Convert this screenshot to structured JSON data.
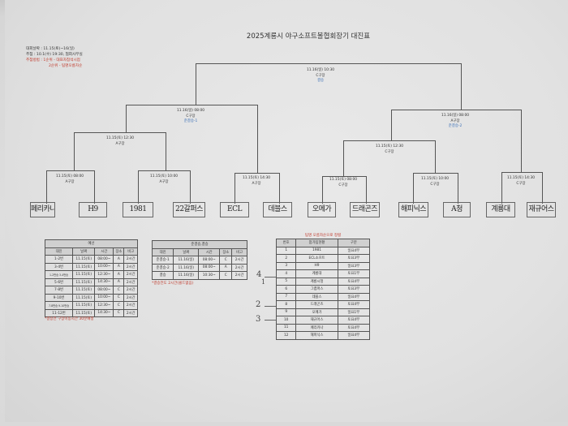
{
  "title": "2025계룡시 야구소프트볼협회장기 대진표",
  "info": {
    "dates": "대회날짜 : 11.15(토)~16(일)",
    "draw": "추첨 : 10.1(수) 19:30, 협회사무실",
    "method1": "추첨방법 : 1순위 - 대표자참석시점",
    "method2": "2순위 - 팀명오름차순"
  },
  "bracket": {
    "final": {
      "date": "11.16(일) 10:30",
      "field": "C구장",
      "name": "결승"
    },
    "semi1": {
      "date": "11.16(일) 08:00",
      "field": "C구장",
      "name": "준결승-1"
    },
    "semi2": {
      "date": "11.16(일) 08:00",
      "field": "A구장",
      "name": "준결승-2"
    },
    "qf_left": {
      "date": "11.15(토) 12:30",
      "field": "A구장"
    },
    "qf_right": {
      "date": "11.15(토) 12:30",
      "field": "C구장"
    },
    "r1": [
      {
        "date": "11.15(토) 08:00",
        "field": "A구장"
      },
      {
        "date": "11.15(토) 10:00",
        "field": "A구장"
      },
      {
        "date": "11.15(토) 14:30",
        "field": "A구장"
      },
      {
        "date": "11.15(토) 08:00",
        "field": "C구장"
      },
      {
        "date": "11.15(토) 10:00",
        "field": "C구장"
      },
      {
        "date": "11.15(토) 14:30",
        "field": "C구장"
      }
    ],
    "teams": [
      "페리카나",
      "H9",
      "1981",
      "22갈퍼스",
      "ECL",
      "데블스",
      "오메가",
      "드래곤즈",
      "해피닉스",
      "A청",
      "계룡대",
      "재규어스"
    ]
  },
  "prelim": {
    "title": "예선",
    "headers": [
      "대진",
      "날짜",
      "시간",
      "장소",
      "비고"
    ],
    "rows": [
      [
        "1-2번",
        "11.15(토)",
        "08:00~",
        "A",
        "2시간"
      ],
      [
        "3-4번",
        "11.15(토)",
        "10:00~",
        "A",
        "2시간"
      ],
      [
        "1-2번승 3-4번승",
        "11.15(토)",
        "12:30~",
        "A",
        "2시간"
      ],
      [
        "5-6번",
        "11.15(토)",
        "14:30~",
        "A",
        "2시간"
      ],
      [
        "7-8번",
        "11.15(토)",
        "08:00~",
        "C",
        "2시간"
      ],
      [
        "9-10번",
        "11.15(토)",
        "10:00~",
        "C",
        "2시간"
      ],
      [
        "7-8번승 9-10번승",
        "11.15(토)",
        "12:30~",
        "C",
        "2시간"
      ],
      [
        "11-12번",
        "11.15(토)",
        "14:30~",
        "C",
        "2시간"
      ]
    ],
    "note": "*결승전 구장이동시간 30분예정"
  },
  "semis": {
    "title": "준결승,결승",
    "headers": [
      "대진",
      "날짜",
      "시간",
      "장소",
      "비고"
    ],
    "rows": [
      [
        "준결승-1",
        "11.16(일)",
        "08:00~",
        "C",
        "2시간"
      ],
      [
        "준결승-2",
        "11.16(일)",
        "08:00~",
        "A",
        "2시간"
      ],
      [
        "결승",
        "11.16(일)",
        "10:30~",
        "C",
        "2시간"
      ]
    ],
    "note": "*결승전도 2시간(콜드없음)"
  },
  "registration": {
    "title": "팀명 오름차순으로 정렬",
    "headers": [
      "번호",
      "참가팀현황",
      "구분"
    ],
    "rows": [
      [
        "1",
        "1981",
        "일요4부"
      ],
      [
        "2",
        "ECL소프트",
        "토요3부"
      ],
      [
        "3",
        "H9",
        "일요3부"
      ],
      [
        "4",
        "계룡대",
        "토요1부"
      ],
      [
        "5",
        "계룡시청",
        "토요4부"
      ],
      [
        "6",
        "그랩퍼스",
        "토요3부"
      ],
      [
        "7",
        "데블스",
        "일요4부"
      ],
      [
        "8",
        "드래곤즈",
        "토요4부"
      ],
      [
        "9",
        "오메가",
        "일요1부"
      ],
      [
        "10",
        "재규어스",
        "토요4부"
      ],
      [
        "11",
        "페리카나",
        "토요4부"
      ],
      [
        "12",
        "해피닉스",
        "일요4부"
      ]
    ]
  },
  "handwritten_marks": [
    "4",
    "1",
    "2",
    "3"
  ]
}
